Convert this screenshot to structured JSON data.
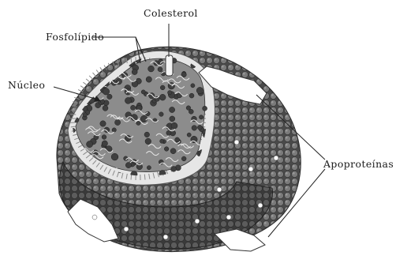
{
  "labels": {
    "cholesterol": "Colesterol",
    "phospholipid": "Fosfolípido",
    "core": "Núcleo",
    "apoproteins": "Apoproteínas"
  },
  "colors": {
    "sphere_bead": "#6f6f6f",
    "sphere_bead_edge": "#3a3a3a",
    "core_molecule": "#3f3f3f",
    "phospholipid_tail": "#f2f2f2",
    "apoprotein_patch": "#ffffff",
    "background": "#ffffff",
    "text": "#1a1a1a"
  }
}
